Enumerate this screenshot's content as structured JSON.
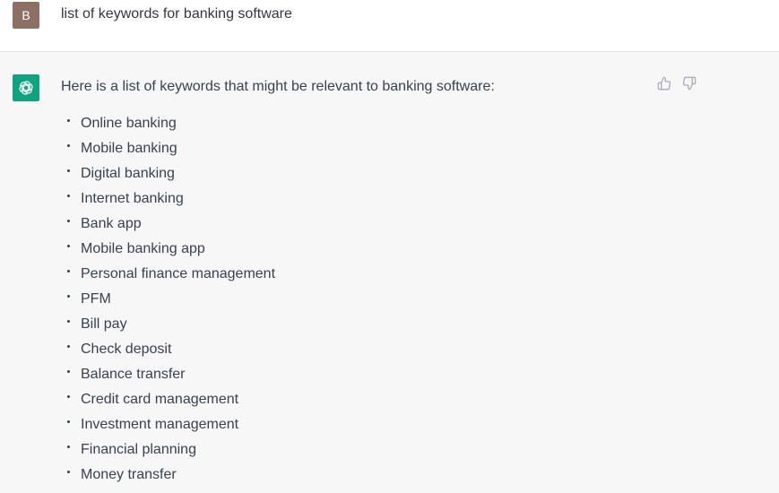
{
  "user_message": {
    "avatar_letter": "B",
    "avatar_color": "#8e6f63",
    "text": "list of keywords for banking software"
  },
  "assistant_message": {
    "avatar_icon": "openai-logo-icon",
    "avatar_color": "#10a37f",
    "intro": "Here is a list of keywords that might be relevant to banking software:",
    "feedback": {
      "thumbs_up": "thumbs-up-icon",
      "thumbs_down": "thumbs-down-icon"
    },
    "keywords": [
      "Online banking",
      "Mobile banking",
      "Digital banking",
      "Internet banking",
      "Bank app",
      "Mobile banking app",
      "Personal finance management",
      "PFM",
      "Bill pay",
      "Check deposit",
      "Balance transfer",
      "Credit card management",
      "Investment management",
      "Financial planning",
      "Money transfer"
    ]
  }
}
